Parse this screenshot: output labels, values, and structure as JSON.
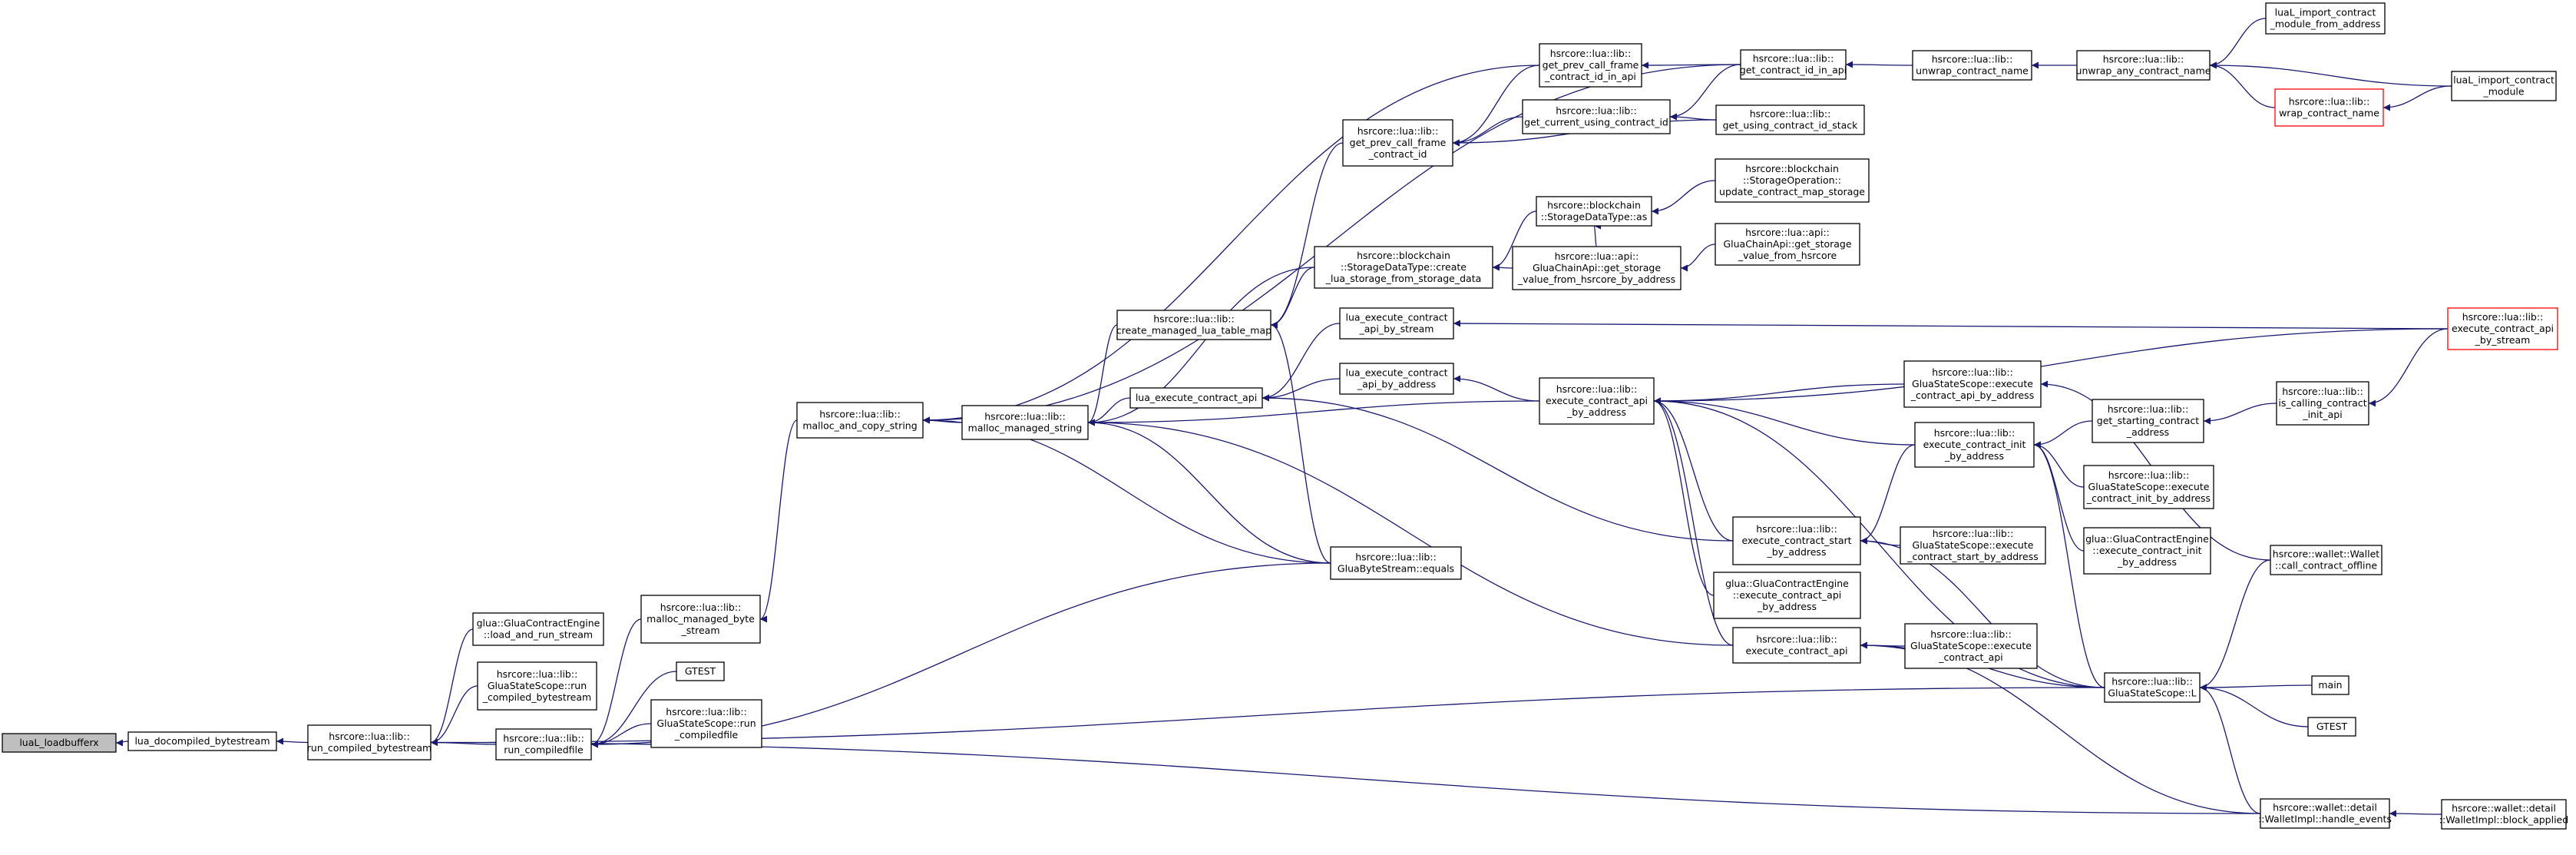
{
  "colors": {
    "edge": "#191970",
    "node_border": "#000000",
    "highlight_border": "#ff0000",
    "root_fill": "#bfbfbf",
    "node_fill": "#ffffff"
  },
  "nodes": [
    {
      "id": "n1",
      "lines": [
        "luaL_loadbufferx"
      ],
      "style": "root"
    },
    {
      "id": "n2",
      "lines": [
        "lua_docompiled_bytestream"
      ]
    },
    {
      "id": "n3",
      "lines": [
        "hsrcore::lua::lib::",
        "run_compiled_bytestream"
      ]
    },
    {
      "id": "n4",
      "lines": [
        "glua::GluaContractEngine",
        "::load_and_run_stream"
      ]
    },
    {
      "id": "n5",
      "lines": [
        "hsrcore::lua::lib::",
        "GluaStateScope::run",
        "_compiled_bytestream"
      ]
    },
    {
      "id": "n6",
      "lines": [
        "hsrcore::lua::lib::",
        "run_compiledfile"
      ]
    },
    {
      "id": "n7",
      "lines": [
        "hsrcore::lua::lib::",
        "malloc_managed_byte",
        "_stream"
      ]
    },
    {
      "id": "n8",
      "lines": [
        "GTEST"
      ]
    },
    {
      "id": "n9",
      "lines": [
        "hsrcore::lua::lib::",
        "GluaStateScope::run",
        "_compiledfile"
      ]
    },
    {
      "id": "n10",
      "lines": [
        "hsrcore::lua::lib::",
        "malloc_and_copy_string"
      ]
    },
    {
      "id": "n11",
      "lines": [
        "hsrcore::lua::lib::",
        "malloc_managed_string"
      ]
    },
    {
      "id": "n12",
      "lines": [
        "hsrcore::lua::lib::",
        "create_managed_lua_table_map"
      ]
    },
    {
      "id": "n13",
      "lines": [
        "lua_execute_contract_api"
      ]
    },
    {
      "id": "n14",
      "lines": [
        "hsrcore::lua::lib::",
        "GluaByteStream::equals"
      ]
    },
    {
      "id": "n15",
      "lines": [
        "hsrcore::lua::lib::",
        "get_prev_call_frame",
        "_contract_id"
      ]
    },
    {
      "id": "n16",
      "lines": [
        "hsrcore::blockchain",
        "::StorageDataType::create",
        "_lua_storage_from_storage_data"
      ]
    },
    {
      "id": "n17",
      "lines": [
        "lua_execute_contract",
        "_api_by_stream"
      ]
    },
    {
      "id": "n18",
      "lines": [
        "lua_execute_contract",
        "_api_by_address"
      ]
    },
    {
      "id": "n19",
      "lines": [
        "hsrcore::lua::lib::",
        "get_prev_call_frame",
        "_contract_id_in_api"
      ]
    },
    {
      "id": "n20",
      "lines": [
        "hsrcore::lua::lib::",
        "get_current_using_contract_id"
      ]
    },
    {
      "id": "n21",
      "lines": [
        "hsrcore::blockchain",
        "::StorageDataType::as"
      ]
    },
    {
      "id": "n22",
      "lines": [
        "hsrcore::lua::api::",
        "GluaChainApi::get_storage",
        "_value_from_hsrcore_by_address"
      ]
    },
    {
      "id": "n23",
      "lines": [
        "hsrcore::lua::lib::",
        "execute_contract_api",
        "_by_address"
      ]
    },
    {
      "id": "n24",
      "lines": [
        "hsrcore::lua::lib::",
        "execute_contract_start",
        "_by_address"
      ]
    },
    {
      "id": "n25",
      "lines": [
        "glua::GluaContractEngine",
        "::execute_contract_api",
        "_by_address"
      ]
    },
    {
      "id": "n26",
      "lines": [
        "hsrcore::lua::lib::",
        "execute_contract_api"
      ]
    },
    {
      "id": "n27",
      "lines": [
        "hsrcore::lua::lib::",
        "get_contract_id_in_api"
      ]
    },
    {
      "id": "n28",
      "lines": [
        "hsrcore::lua::lib::",
        "get_using_contract_id_stack"
      ]
    },
    {
      "id": "n29",
      "lines": [
        "hsrcore::blockchain",
        "::StorageOperation::",
        "update_contract_map_storage"
      ]
    },
    {
      "id": "n30",
      "lines": [
        "hsrcore::lua::api::",
        "GluaChainApi::get_storage",
        "_value_from_hsrcore"
      ]
    },
    {
      "id": "n31",
      "lines": [
        "hsrcore::lua::lib::",
        "GluaStateScope::execute",
        "_contract_api_by_address"
      ]
    },
    {
      "id": "n32",
      "lines": [
        "hsrcore::lua::lib::",
        "execute_contract_init",
        "_by_address"
      ]
    },
    {
      "id": "n33",
      "lines": [
        "hsrcore::lua::lib::",
        "GluaStateScope::execute",
        "_contract_start_by_address"
      ]
    },
    {
      "id": "n34",
      "lines": [
        "hsrcore::lua::lib::",
        "GluaStateScope::execute",
        "_contract_api"
      ]
    },
    {
      "id": "n35",
      "lines": [
        "hsrcore::lua::lib::",
        "unwrap_contract_name"
      ]
    },
    {
      "id": "n36",
      "lines": [
        "hsrcore::lua::lib::",
        "unwrap_any_contract_name"
      ]
    },
    {
      "id": "n37",
      "lines": [
        "hsrcore::lua::lib::",
        "get_starting_contract",
        "_address"
      ]
    },
    {
      "id": "n38",
      "lines": [
        "hsrcore::lua::lib::",
        "GluaStateScope::execute",
        "_contract_init_by_address"
      ]
    },
    {
      "id": "n39",
      "lines": [
        "glua::GluaContractEngine",
        "::execute_contract_init",
        "_by_address"
      ]
    },
    {
      "id": "n40",
      "lines": [
        "hsrcore::lua::lib::",
        "GluaStateScope::L"
      ]
    },
    {
      "id": "n41",
      "lines": [
        "hsrcore::wallet::detail",
        "::WalletImpl::handle_events"
      ]
    },
    {
      "id": "n42",
      "lines": [
        "luaL_import_contract",
        "_module_from_address"
      ]
    },
    {
      "id": "n43",
      "lines": [
        "hsrcore::lua::lib::",
        "wrap_contract_name"
      ],
      "style": "highlight"
    },
    {
      "id": "n44",
      "lines": [
        "luaL_import_contract",
        "_module"
      ]
    },
    {
      "id": "n45",
      "lines": [
        "hsrcore::lua::lib::",
        "is_calling_contract",
        "_init_api"
      ]
    },
    {
      "id": "n46",
      "lines": [
        "hsrcore::wallet::Wallet",
        "::call_contract_offline"
      ]
    },
    {
      "id": "n47",
      "lines": [
        "main"
      ]
    },
    {
      "id": "n48",
      "lines": [
        "GTEST"
      ]
    },
    {
      "id": "n49",
      "lines": [
        "hsrcore::wallet::detail",
        "::WalletImpl::block_applied"
      ]
    },
    {
      "id": "n50",
      "lines": [
        "hsrcore::lua::lib::",
        "execute_contract_api",
        "_by_stream"
      ],
      "style": "highlight"
    }
  ],
  "edges": [
    [
      "n2",
      "n1"
    ],
    [
      "n3",
      "n2"
    ],
    [
      "n4",
      "n3"
    ],
    [
      "n5",
      "n3"
    ],
    [
      "n6",
      "n3"
    ],
    [
      "n40",
      "n3"
    ],
    [
      "n41",
      "n3"
    ],
    [
      "n7",
      "n6"
    ],
    [
      "n8",
      "n6"
    ],
    [
      "n9",
      "n6"
    ],
    [
      "n10",
      "n7"
    ],
    [
      "n11",
      "n10"
    ],
    [
      "n19",
      "n10"
    ],
    [
      "n27",
      "n10"
    ],
    [
      "n12",
      "n11"
    ],
    [
      "n13",
      "n11"
    ],
    [
      "n14",
      "n11"
    ],
    [
      "n16",
      "n11"
    ],
    [
      "n23",
      "n11"
    ],
    [
      "n26",
      "n11"
    ],
    [
      "n14",
      "n10"
    ],
    [
      "n14",
      "n6"
    ],
    [
      "n15",
      "n12"
    ],
    [
      "n16",
      "n12"
    ],
    [
      "n14",
      "n12"
    ],
    [
      "n17",
      "n13"
    ],
    [
      "n18",
      "n13"
    ],
    [
      "n24",
      "n13"
    ],
    [
      "n19",
      "n15"
    ],
    [
      "n20",
      "n15"
    ],
    [
      "n28",
      "n15"
    ],
    [
      "n21",
      "n16"
    ],
    [
      "n22",
      "n16"
    ],
    [
      "n27",
      "n19"
    ],
    [
      "n28",
      "n20"
    ],
    [
      "n27",
      "n20"
    ],
    [
      "n35",
      "n27"
    ],
    [
      "n36",
      "n35"
    ],
    [
      "n42",
      "n36"
    ],
    [
      "n43",
      "n36"
    ],
    [
      "n44",
      "n36"
    ],
    [
      "n44",
      "n43"
    ],
    [
      "n29",
      "n21"
    ],
    [
      "n22",
      "n21"
    ],
    [
      "n30",
      "n22"
    ],
    [
      "n50",
      "n17"
    ],
    [
      "n23",
      "n18"
    ],
    [
      "n31",
      "n23"
    ],
    [
      "n50",
      "n23"
    ],
    [
      "n32",
      "n23"
    ],
    [
      "n24",
      "n23"
    ],
    [
      "n25",
      "n23"
    ],
    [
      "n26",
      "n23"
    ],
    [
      "n40",
      "n23"
    ],
    [
      "n32",
      "n24"
    ],
    [
      "n33",
      "n24"
    ],
    [
      "n40",
      "n24"
    ],
    [
      "n34",
      "n26"
    ],
    [
      "n40",
      "n26"
    ],
    [
      "n46",
      "n31"
    ],
    [
      "n37",
      "n32"
    ],
    [
      "n38",
      "n32"
    ],
    [
      "n39",
      "n32"
    ],
    [
      "n40",
      "n32"
    ],
    [
      "n45",
      "n37"
    ],
    [
      "n50",
      "n45"
    ],
    [
      "n46",
      "n40"
    ],
    [
      "n47",
      "n40"
    ],
    [
      "n48",
      "n40"
    ],
    [
      "n41",
      "n40"
    ],
    [
      "n49",
      "n41"
    ],
    [
      "n41",
      "n26"
    ]
  ]
}
